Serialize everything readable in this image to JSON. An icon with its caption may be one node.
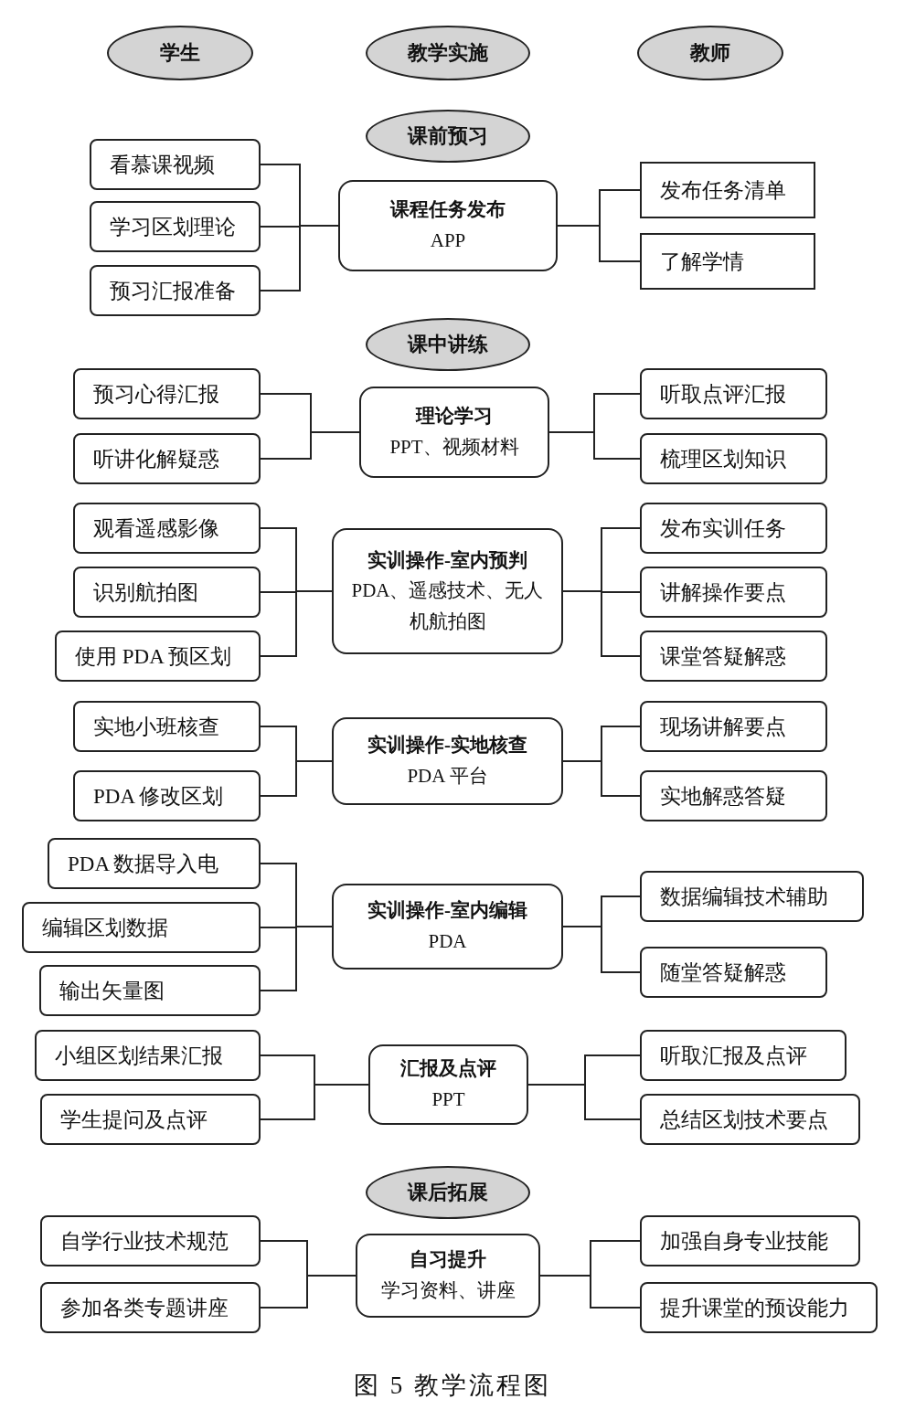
{
  "diagram": {
    "caption": "图 5 教学流程图",
    "nodes": [
      {
        "text": [
          "学生"
        ]
      },
      {
        "text": [
          "教学实施"
        ]
      },
      {
        "text": [
          "教师"
        ]
      },
      {
        "text": [
          "课前预习"
        ]
      },
      {
        "text": [
          "看慕课视频"
        ]
      },
      {
        "text": [
          "学习区划理论"
        ]
      },
      {
        "text": [
          "预习汇报准备"
        ]
      },
      {
        "text": [
          "课程任务发布",
          "APP"
        ]
      },
      {
        "text": [
          "发布任务清单"
        ]
      },
      {
        "text": [
          "了解学情"
        ]
      },
      {
        "text": [
          "课中讲练"
        ]
      },
      {
        "text": [
          "预习心得汇报"
        ]
      },
      {
        "text": [
          "听讲化解疑惑"
        ]
      },
      {
        "text": [
          "理论学习",
          "PPT、视频材料"
        ]
      },
      {
        "text": [
          "听取点评汇报"
        ]
      },
      {
        "text": [
          "梳理区划知识"
        ]
      },
      {
        "text": [
          "观看遥感影像"
        ]
      },
      {
        "text": [
          "识别航拍图"
        ]
      },
      {
        "text": [
          "使用 PDA 预区划"
        ]
      },
      {
        "text": [
          "实训操作-室内预判",
          "PDA、遥感技术、无人机航拍图"
        ]
      },
      {
        "text": [
          "发布实训任务"
        ]
      },
      {
        "text": [
          "讲解操作要点"
        ]
      },
      {
        "text": [
          "课堂答疑解惑"
        ]
      },
      {
        "text": [
          "实地小班核查"
        ]
      },
      {
        "text": [
          "PDA 修改区划"
        ]
      },
      {
        "text": [
          "实训操作-实地核查",
          "PDA 平台"
        ]
      },
      {
        "text": [
          "现场讲解要点"
        ]
      },
      {
        "text": [
          "实地解惑答疑"
        ]
      },
      {
        "text": [
          "PDA 数据导入电"
        ]
      },
      {
        "text": [
          "编辑区划数据"
        ]
      },
      {
        "text": [
          "输出矢量图"
        ]
      },
      {
        "text": [
          "实训操作-室内编辑",
          "PDA"
        ]
      },
      {
        "text": [
          "数据编辑技术辅助"
        ]
      },
      {
        "text": [
          "随堂答疑解惑"
        ]
      },
      {
        "text": [
          "小组区划结果汇报"
        ]
      },
      {
        "text": [
          "学生提问及点评"
        ]
      },
      {
        "text": [
          "汇报及点评",
          "PPT"
        ]
      },
      {
        "text": [
          "听取汇报及点评"
        ]
      },
      {
        "text": [
          "总结区划技术要点"
        ]
      },
      {
        "text": [
          "课后拓展"
        ]
      },
      {
        "text": [
          "自学行业技术规范"
        ]
      },
      {
        "text": [
          "参加各类专题讲座"
        ]
      },
      {
        "text": [
          "自习提升",
          "学习资料、讲座"
        ]
      },
      {
        "text": [
          "加强自身专业技能"
        ]
      },
      {
        "text": [
          "提升课堂的预设能力"
        ]
      }
    ],
    "edges": [
      {
        "from": 4,
        "to": 7,
        "arrow": "none"
      },
      {
        "from": 5,
        "to": 7,
        "arrow": "none"
      },
      {
        "from": 6,
        "to": 7,
        "arrow": "none"
      },
      {
        "from": 7,
        "to": 8,
        "arrow": "none"
      },
      {
        "from": 7,
        "to": 9,
        "arrow": "none"
      },
      {
        "from": 11,
        "to": 13,
        "arrow": "none"
      },
      {
        "from": 12,
        "to": 13,
        "arrow": "none"
      },
      {
        "from": 13,
        "to": 14,
        "arrow": "none"
      },
      {
        "from": 13,
        "to": 15,
        "arrow": "none"
      },
      {
        "from": 16,
        "to": 19,
        "arrow": "none"
      },
      {
        "from": 17,
        "to": 19,
        "arrow": "none"
      },
      {
        "from": 18,
        "to": 19,
        "arrow": "none"
      },
      {
        "from": 19,
        "to": 20,
        "arrow": "none"
      },
      {
        "from": 19,
        "to": 21,
        "arrow": "none"
      },
      {
        "from": 19,
        "to": 22,
        "arrow": "none"
      },
      {
        "from": 23,
        "to": 25,
        "arrow": "none"
      },
      {
        "from": 24,
        "to": 25,
        "arrow": "none"
      },
      {
        "from": 25,
        "to": 26,
        "arrow": "none"
      },
      {
        "from": 25,
        "to": 27,
        "arrow": "none"
      },
      {
        "from": 28,
        "to": 31,
        "arrow": "none"
      },
      {
        "from": 29,
        "to": 31,
        "arrow": "none"
      },
      {
        "from": 30,
        "to": 31,
        "arrow": "none"
      },
      {
        "from": 31,
        "to": 32,
        "arrow": "none"
      },
      {
        "from": 31,
        "to": 33,
        "arrow": "none"
      },
      {
        "from": 34,
        "to": 36,
        "arrow": "none"
      },
      {
        "from": 35,
        "to": 36,
        "arrow": "none"
      },
      {
        "from": 36,
        "to": 37,
        "arrow": "none"
      },
      {
        "from": 36,
        "to": 38,
        "arrow": "none"
      },
      {
        "from": 40,
        "to": 42,
        "arrow": "none"
      },
      {
        "from": 41,
        "to": 42,
        "arrow": "none"
      },
      {
        "from": 42,
        "to": 43,
        "arrow": "none"
      },
      {
        "from": 42,
        "to": 44,
        "arrow": "none"
      }
    ]
  }
}
